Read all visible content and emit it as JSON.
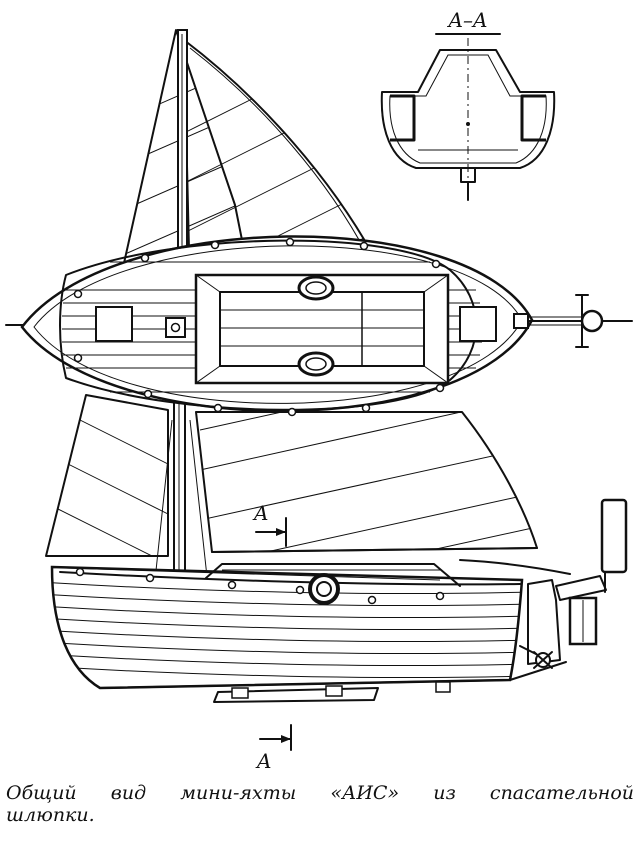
{
  "labels": {
    "section_title": "A–A",
    "section_marker_upper": "A",
    "section_marker_lower": "A"
  },
  "caption": "Общий вид мини-яхты «АИС» из спасательной шлюпки."
}
